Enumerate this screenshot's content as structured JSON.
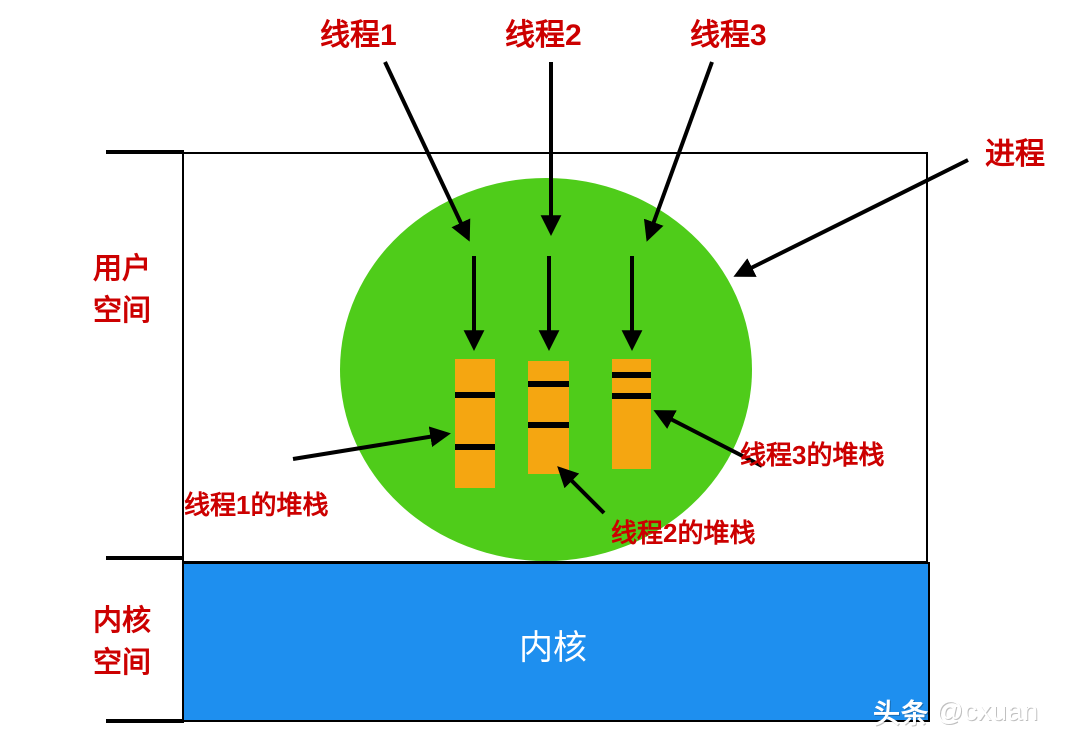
{
  "diagram": {
    "title_labels": {
      "thread1": "线程1",
      "thread2": "线程2",
      "thread3": "线程3",
      "process": "进程"
    },
    "space_labels": {
      "user_space": "用户\n空间",
      "user_space_line1": "用户",
      "user_space_line2": "空间",
      "kernel_space_line1": "内核",
      "kernel_space_line2": "空间"
    },
    "stack_labels": {
      "stack1": "线程1的堆栈",
      "stack2": "线程2的堆栈",
      "stack3": "线程3的堆栈"
    },
    "kernel_box_text": "内核",
    "watermark": {
      "logo": "头条",
      "handle": "@cxuan"
    },
    "colors": {
      "label_red": "#cc0000",
      "process_green": "#4fcc1a",
      "stack_orange": "#f5a611",
      "kernel_blue": "#1e8fef",
      "outline_black": "#000000",
      "background_white": "#ffffff"
    }
  }
}
